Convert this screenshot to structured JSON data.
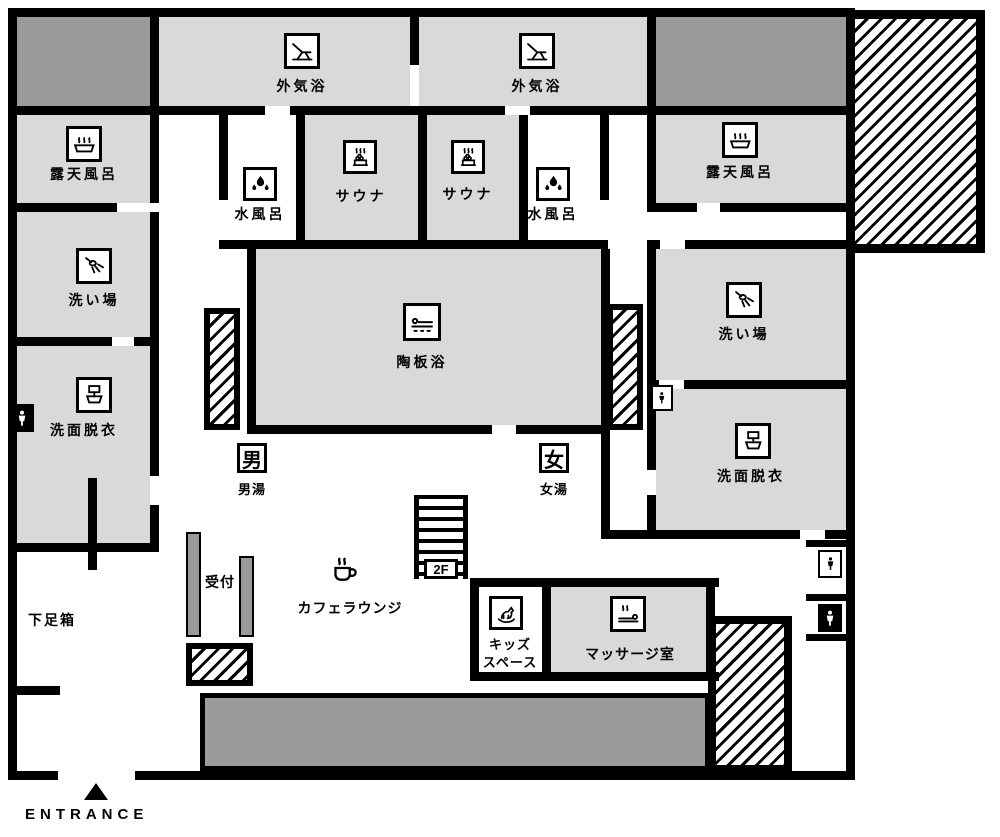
{
  "labels": {
    "gaikiyoku_left": "外気浴",
    "gaikiyoku_right": "外気浴",
    "rotenburo_left": "露天風呂",
    "rotenburo_right": "露天風呂",
    "mizuburo_left": "水風呂",
    "mizuburo_right": "水風呂",
    "sauna_left": "サウナ",
    "sauna_right": "サウナ",
    "araiba_left": "洗い場",
    "araiba_right": "洗い場",
    "tobanyoku": "陶板浴",
    "senmendatsui_left": "洗面脱衣",
    "senmendatsui_right": "洗面脱衣",
    "men_symbol": "男",
    "men_bath": "男湯",
    "women_symbol": "女",
    "women_bath": "女湯",
    "reception": "受付",
    "cafe_lounge": "カフェラウンジ",
    "kids_space_line1": "キッズ",
    "kids_space_line2": "スペース",
    "massage_room": "マッサージ室",
    "shoe_box": "下足箱",
    "stairs_floor": "2F",
    "entrance": "ENTRANCE"
  },
  "icons": {
    "outdoor_air_bath": "deckchair-icon",
    "open_air_bath": "bathtub-steam-icon",
    "cold_bath": "water-drops-icon",
    "sauna": "sauna-stones-icon",
    "washing_area": "shower-icon",
    "stone_slab_bath": "slab-bath-icon",
    "dressing_room": "washbasin-icon",
    "restroom": "person-icon",
    "kids_space": "rocking-horse-icon",
    "massage": "massage-icon",
    "cafe": "coffee-cup-icon",
    "entrance_marker": "entrance-arrow-icon"
  },
  "colors": {
    "wall": "#000000",
    "room_light": "#d9d9d9",
    "room_dark": "#9b9b9b",
    "background": "#ffffff"
  }
}
